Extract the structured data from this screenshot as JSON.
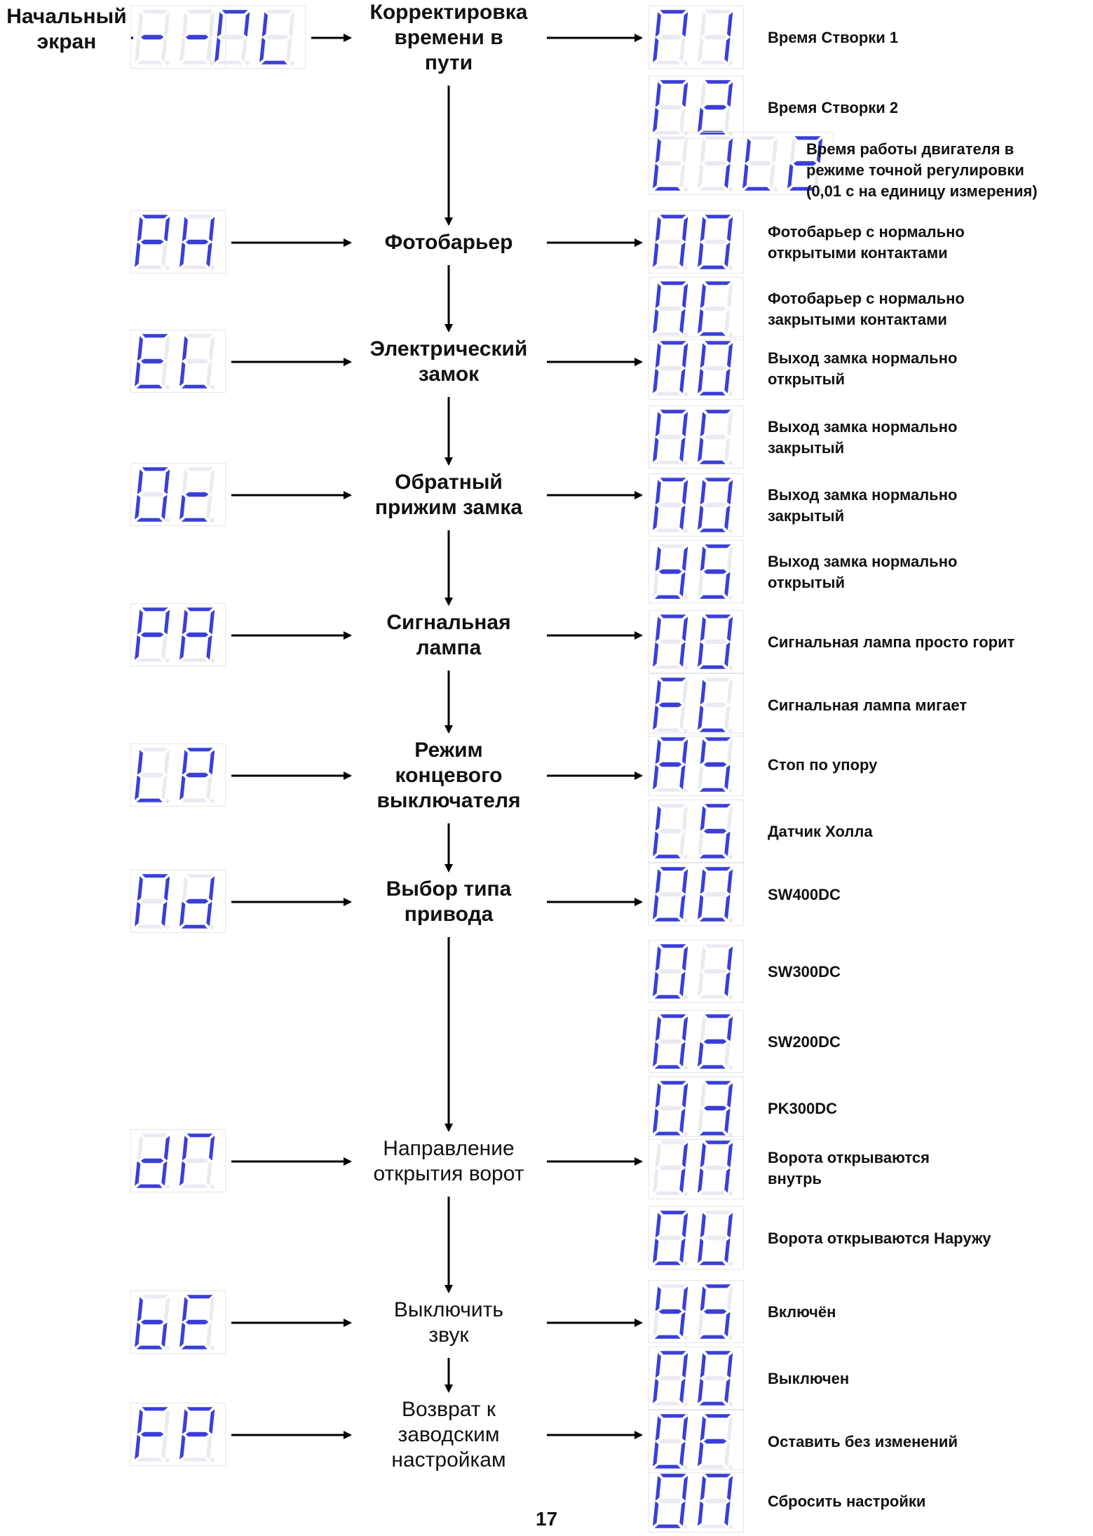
{
  "start_label": "Начальный\nэкран",
  "page_number": "17",
  "colors": {
    "segment_on": "#3a3fd8",
    "segment_off": "#eaeaf2",
    "line": "#000000"
  },
  "home_display": [
    "-",
    "-"
  ],
  "rows": [
    {
      "code": [
        "r",
        "L"
      ],
      "menu": "Корректировка\nвремени в\nпути",
      "bold": true,
      "options": [
        {
          "code": [
            "r",
            "1"
          ],
          "desc": "Время Створки 1"
        },
        {
          "code": [
            "r",
            "2"
          ],
          "desc": "Время Створки 2"
        },
        {
          "code": [
            "L",
            "1",
            "L",
            "2"
          ],
          "desc": "Время работы двигателя в\nрежиме точной регулировки\n(0,01 с на единицу измерения)"
        }
      ]
    },
    {
      "code": [
        "P",
        "H"
      ],
      "menu": "Фотобарьер",
      "bold": true,
      "options": [
        {
          "code": [
            "n",
            "O"
          ],
          "desc": "Фотобарьер с нормально\nоткрытыми контактами"
        },
        {
          "code": [
            "n",
            "C"
          ],
          "desc": "Фотобарьер с нормально\nзакрытыми контактами"
        }
      ]
    },
    {
      "code": [
        "E",
        "L"
      ],
      "menu": "Электрический\nзамок",
      "bold": true,
      "options": [
        {
          "code": [
            "n",
            "O"
          ],
          "desc": "Выход замка нормально\nоткрытый"
        },
        {
          "code": [
            "n",
            "C"
          ],
          "desc": "Выход замка нормально\nзакрытый"
        }
      ]
    },
    {
      "code": [
        "O",
        "c"
      ],
      "menu": "Обратный\nприжим замка",
      "bold": true,
      "options": [
        {
          "code": [
            "n",
            "O"
          ],
          "desc": "Выход замка нормально\nзакрытый"
        },
        {
          "code": [
            "Y",
            "S"
          ],
          "desc": "Выход замка нормально\nоткрытый"
        }
      ]
    },
    {
      "code": [
        "P",
        "A"
      ],
      "menu": "Сигнальная\nлампа",
      "bold": true,
      "options": [
        {
          "code": [
            "n",
            "O"
          ],
          "desc": "Сигнальная лампа просто горит"
        },
        {
          "code": [
            "F",
            "L"
          ],
          "desc": "Сигнальная лампа мигает"
        }
      ]
    },
    {
      "code": [
        "L",
        "P"
      ],
      "menu": "Режим\nконцевого\nвыключателя",
      "bold": true,
      "options": [
        {
          "code": [
            "A",
            "S"
          ],
          "desc": "Стоп по упору"
        },
        {
          "code": [
            "L",
            "S"
          ],
          "desc": "Датчик Холла"
        }
      ]
    },
    {
      "code": [
        "n",
        "d"
      ],
      "menu": "Выбор типа\nпривода",
      "bold": true,
      "options": [
        {
          "code": [
            "0",
            "0"
          ],
          "desc": "SW400DC"
        },
        {
          "code": [
            "0",
            "1"
          ],
          "desc": "SW300DC"
        },
        {
          "code": [
            "0",
            "2"
          ],
          "desc": "SW200DC"
        },
        {
          "code": [
            "0",
            "3"
          ],
          "desc": "PK300DC"
        }
      ]
    },
    {
      "code": [
        "d",
        "r"
      ],
      "menu": "Направление\nоткрытия ворот",
      "bold": false,
      "options": [
        {
          "code": [
            "I",
            "n"
          ],
          "desc": "Ворота открываются\nвнутрь"
        },
        {
          "code": [
            "O",
            "U"
          ],
          "desc": "Ворота открываются Наружу"
        }
      ]
    },
    {
      "code": [
        "b",
        "E"
      ],
      "menu": "Выключить\nзвук",
      "bold": false,
      "options": [
        {
          "code": [
            "Y",
            "S"
          ],
          "desc": "Включён"
        },
        {
          "code": [
            "n",
            "O"
          ],
          "desc": "Выключен"
        }
      ]
    },
    {
      "code": [
        "F",
        "P"
      ],
      "menu": "Возврат к\nзаводским\nнастройкам",
      "bold": false,
      "options": [
        {
          "code": [
            "O",
            "F"
          ],
          "desc": "Оставить без изменений"
        },
        {
          "code": [
            "O",
            "n"
          ],
          "desc": "Сбросить настройки"
        }
      ]
    }
  ]
}
